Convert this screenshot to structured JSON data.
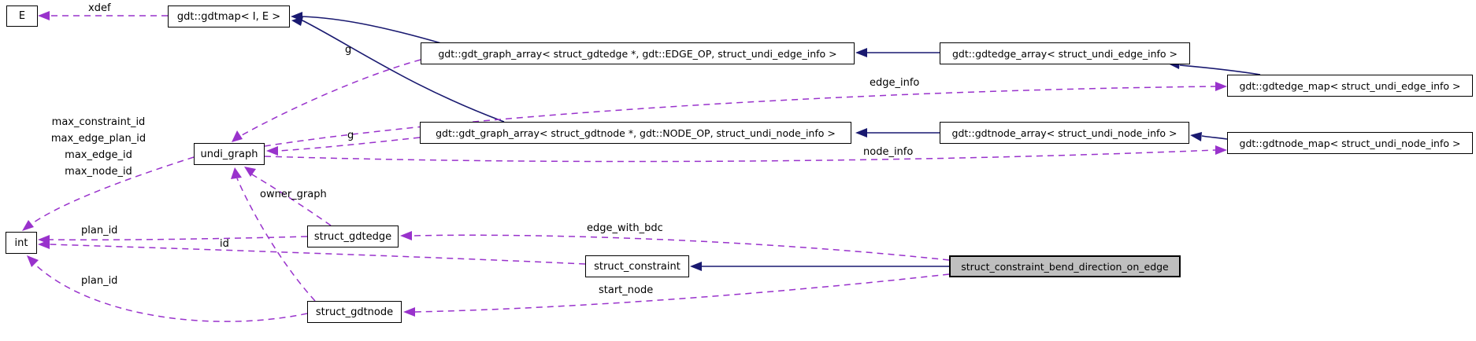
{
  "diagram": {
    "kind": "doxygen-collaboration-graph",
    "colors": {
      "inheritance_edge": "#191970",
      "usage_edge": "#9932cc",
      "node_border": "#000000",
      "node_fill": "#ffffff",
      "highlight_fill": "#bfbfbf"
    },
    "nodes": [
      {
        "id": "E",
        "label": "E"
      },
      {
        "id": "gdtmap",
        "label": "gdt::gdtmap< I, E >"
      },
      {
        "id": "gdt_graph_array_edge",
        "label": "gdt::gdt_graph_array< struct_gdtedge *, gdt::EDGE_OP, struct_undi_edge_info >"
      },
      {
        "id": "gdtedge_array",
        "label": "gdt::gdtedge_array< struct_undi_edge_info >"
      },
      {
        "id": "gdtedge_map",
        "label": "gdt::gdtedge_map< struct_undi_edge_info >"
      },
      {
        "id": "gdt_graph_array_node",
        "label": "gdt::gdt_graph_array< struct_gdtnode *, gdt::NODE_OP, struct_undi_node_info >"
      },
      {
        "id": "gdtnode_array",
        "label": "gdt::gdtnode_array< struct_undi_node_info >"
      },
      {
        "id": "gdtnode_map",
        "label": "gdt::gdtnode_map< struct_undi_node_info >"
      },
      {
        "id": "undi_graph",
        "label": "undi_graph"
      },
      {
        "id": "int",
        "label": "int"
      },
      {
        "id": "struct_gdtedge",
        "label": "struct_gdtedge"
      },
      {
        "id": "struct_constraint",
        "label": "struct_constraint"
      },
      {
        "id": "struct_constraint_bend_direction_on_edge",
        "label": "struct_constraint_bend_direction_on_edge",
        "highlighted": true
      },
      {
        "id": "struct_gdtnode",
        "label": "struct_gdtnode"
      }
    ],
    "edge_labels": [
      {
        "text": "xdef"
      },
      {
        "text": "g"
      },
      {
        "text": "g"
      },
      {
        "text": "edge_info"
      },
      {
        "text": "node_info"
      },
      {
        "text": "max_constraint_id"
      },
      {
        "text": "max_edge_plan_id"
      },
      {
        "text": "max_edge_id"
      },
      {
        "text": "max_node_id"
      },
      {
        "text": "owner_graph"
      },
      {
        "text": "plan_id"
      },
      {
        "text": "id"
      },
      {
        "text": "plan_id"
      },
      {
        "text": "edge_with_bdc"
      },
      {
        "text": "start_node"
      }
    ]
  }
}
